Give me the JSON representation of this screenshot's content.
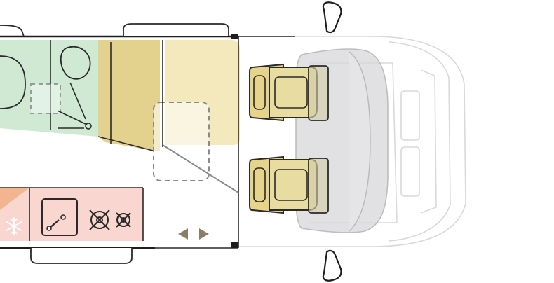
{
  "plan": {
    "colors": {
      "kitchen": "#f9d6cf",
      "fridge": "#f2b58f",
      "bathroom": "#cfe9d3",
      "dinette": "#f4e9bd",
      "bench": "#e3d28e",
      "seats": "#e6d48a",
      "walls": "#1e1e1e",
      "cab_outline": "#d9d9d9",
      "arrows": "#8b7e68"
    },
    "icons": [
      "snowflake-icon",
      "sink-icon",
      "burner-icon",
      "burner-icon",
      "triangle-left-icon",
      "triangle-right-icon"
    ],
    "zones": [
      "kitchen",
      "fridge",
      "bathroom",
      "dinette",
      "bench",
      "driver-seat",
      "passenger-seat",
      "cab"
    ]
  }
}
